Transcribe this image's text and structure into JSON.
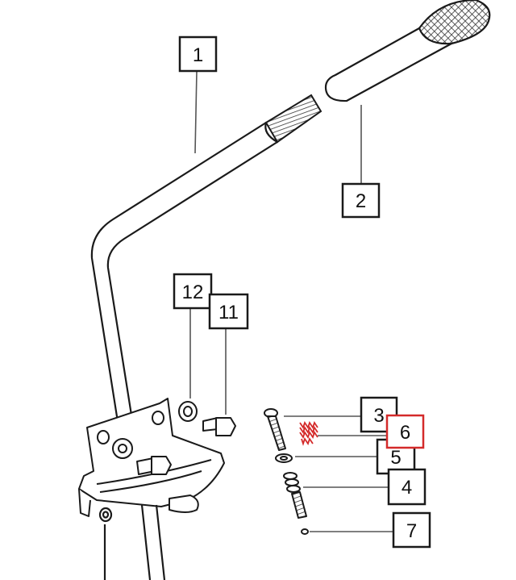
{
  "diagram": {
    "callouts": [
      {
        "id": "c1",
        "label": "1"
      },
      {
        "id": "c2",
        "label": "2"
      },
      {
        "id": "c3",
        "label": "3"
      },
      {
        "id": "c4",
        "label": "4"
      },
      {
        "id": "c5",
        "label": "5"
      },
      {
        "id": "c6",
        "label": "6",
        "highlighted": true
      },
      {
        "id": "c7",
        "label": "7"
      },
      {
        "id": "c11",
        "label": "11"
      },
      {
        "id": "c12",
        "label": "12"
      }
    ],
    "colors": {
      "line": "#1a1a1a",
      "highlight": "#d42a2a",
      "grip_fill": "#9a9a9a"
    }
  }
}
